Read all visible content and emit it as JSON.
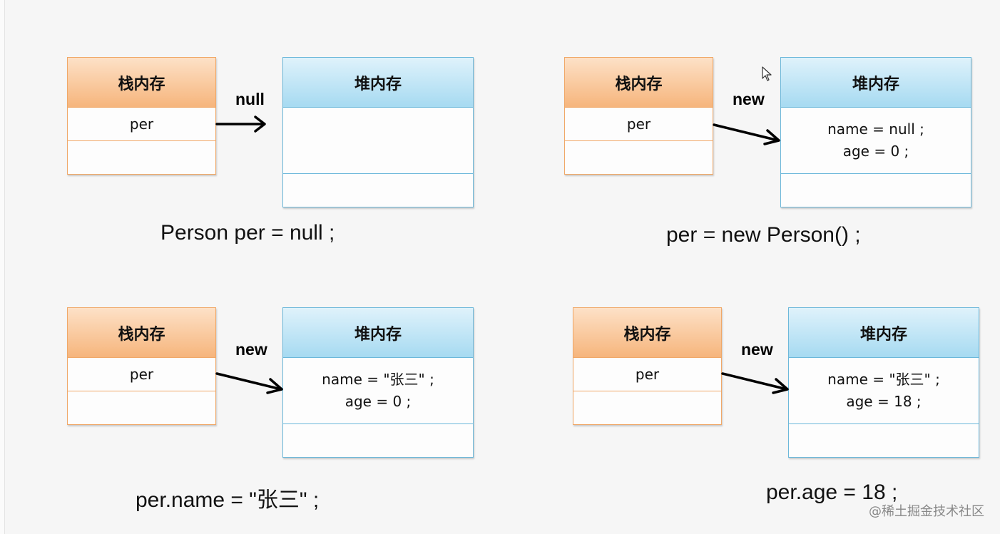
{
  "stack_label": "栈内存",
  "heap_label": "堆内存",
  "panels": [
    {
      "var": "per",
      "arrow": "null",
      "heap_lines": [],
      "caption": "Person per = null ;"
    },
    {
      "var": "per",
      "arrow": "new",
      "heap_lines": [
        "name = null ;",
        "age = 0 ;"
      ],
      "caption": "per = new Person() ;"
    },
    {
      "var": "per",
      "arrow": "new",
      "heap_lines": [
        "name = \"张三\" ;",
        "age = 0 ;"
      ],
      "caption": "per.name = \"张三\" ;"
    },
    {
      "var": "per",
      "arrow": "new",
      "heap_lines": [
        "name = \"张三\" ;",
        "age = 18 ;"
      ],
      "caption": "per.age = 18 ;"
    }
  ],
  "watermark": "@稀土掘金技术社区"
}
